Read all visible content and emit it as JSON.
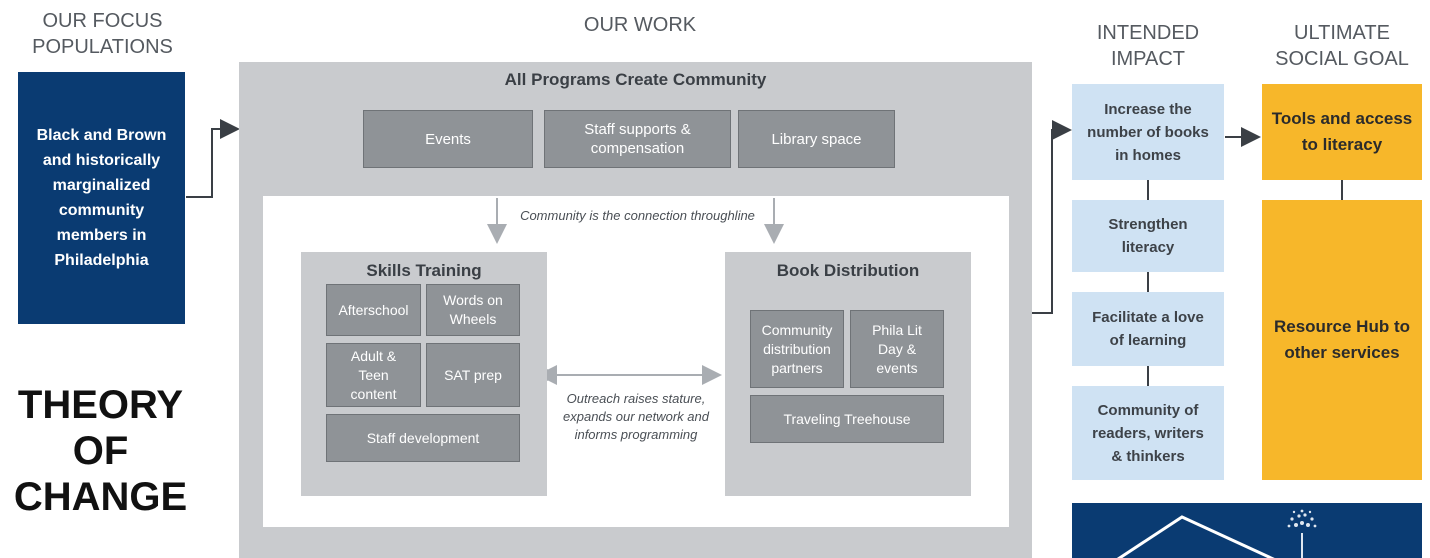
{
  "headers": {
    "focus_populations": "OUR FOCUS\nPOPULATIONS",
    "our_work": "OUR WORK",
    "intended_impact": "INTENDED\nIMPACT",
    "ultimate_goal": "ULTIMATE\nSOCIAL GOAL"
  },
  "focus_box": "Black and Brown and historically marginalized community members in Philadelphia",
  "theory_title": "THEORY\nOF\nCHANGE",
  "our_work": {
    "title": "All Programs Create Community",
    "top_items": [
      "Events",
      "Staff supports &\ncompensation",
      "Library space"
    ],
    "throughline_note": "Community is the connection throughline",
    "skills": {
      "title": "Skills Training",
      "items": [
        "Afterschool",
        "Words on\nWheels",
        "Adult &\nTeen\ncontent",
        "SAT prep",
        "Staff development"
      ]
    },
    "books": {
      "title": "Book Distribution",
      "items": [
        "Community\ndistribution\npartners",
        "Phila Lit\nDay &\nevents",
        "Traveling Treehouse"
      ]
    },
    "outreach_note": "Outreach raises stature,\nexpands our network and\ninforms programming"
  },
  "impacts": [
    "Increase the\nnumber of books\nin homes",
    "Strengthen\nliteracy",
    "Facilitate a love\nof learning",
    "Community of\nreaders, writers\n& thinkers"
  ],
  "goals": [
    "Tools and access\nto literacy",
    "Resource Hub to\nother services"
  ],
  "colors": {
    "navy": "#0a3b72",
    "gray_panel": "#c9cbce",
    "gray_box": "#8f9397",
    "light_blue": "#cfe2f3",
    "yellow": "#f7b72a"
  }
}
